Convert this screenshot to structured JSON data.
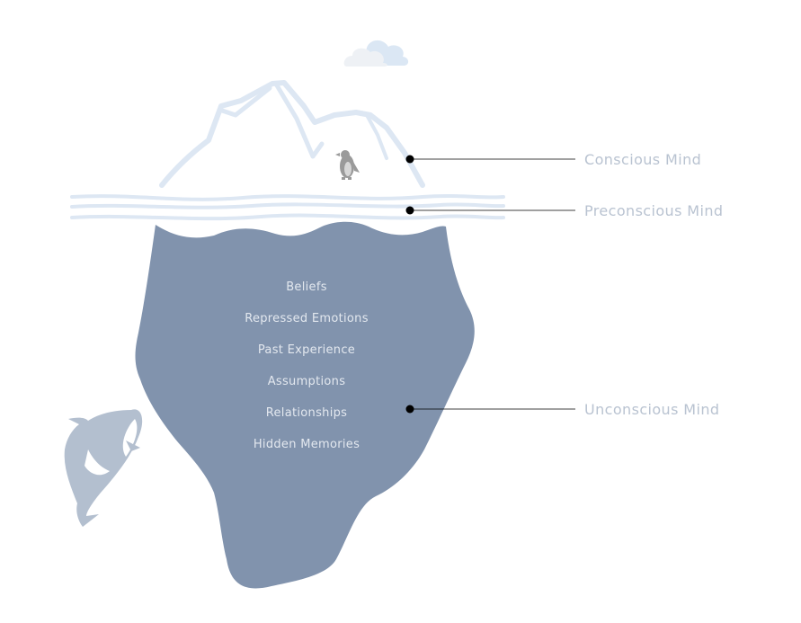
{
  "levels": {
    "conscious": "Conscious Mind",
    "preconscious": "Preconscious Mind",
    "unconscious": "Unconscious Mind"
  },
  "unconscious_items": [
    "Beliefs",
    "Repressed Emotions",
    "Past Experience",
    "Assumptions",
    "Relationships",
    "Hidden Memories"
  ],
  "icons": {
    "cloud": "cloud-icon",
    "penguin": "penguin-icon",
    "orca": "orca-icon"
  },
  "colors": {
    "iceberg_body": "#8193ad",
    "ice_outline": "#dde7f3",
    "cloud": "#dbe7f4",
    "cloud_light": "#eef1f5",
    "orca": "#b3bfcf",
    "penguin": "#9a9a9a",
    "label": "#b9c3d1",
    "item_text": "#e3e8ef",
    "leader": "#000000"
  }
}
